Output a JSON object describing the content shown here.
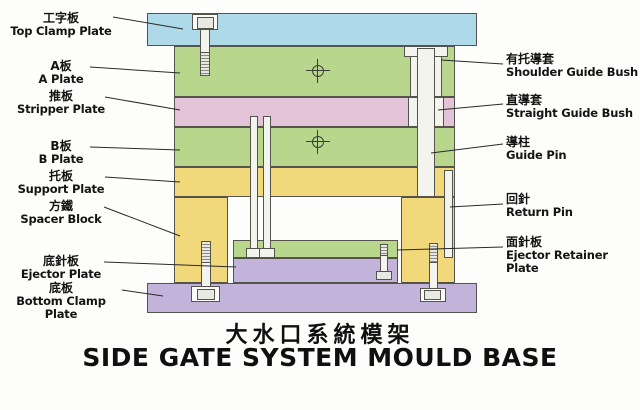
{
  "title": {
    "zh": "大水口系統模架",
    "en": "SIDE GATE SYSTEM MOULD BASE"
  },
  "left_labels": [
    {
      "zh": "工字板",
      "en": "Top Clamp Plate"
    },
    {
      "zh": "A板",
      "en": "A Plate"
    },
    {
      "zh": "推板",
      "en": "Stripper Plate"
    },
    {
      "zh": "B板",
      "en": "B Plate"
    },
    {
      "zh": "托板",
      "en": "Support Plate"
    },
    {
      "zh": "方鐵",
      "en": "Spacer Block"
    },
    {
      "zh": "底針板",
      "en": "Ejector Plate"
    },
    {
      "zh": "底板",
      "en": "Bottom Clamp Plate"
    }
  ],
  "right_labels": [
    {
      "zh": "有托導套",
      "en": "Shoulder Guide Bush"
    },
    {
      "zh": "直導套",
      "en": "Straight Guide Bush"
    },
    {
      "zh": "導柱",
      "en": "Guide Pin"
    },
    {
      "zh": "回針",
      "en": "Return Pin"
    },
    {
      "zh": "面針板",
      "en": "Ejector Retainer Plate"
    }
  ],
  "colors": {
    "cyan": "#aed9e8",
    "green": "#b9d78c",
    "pink": "#e2c3d8",
    "yellow": "#f1d87a",
    "purple": "#c2b3da",
    "pin": "#f4f4ef",
    "outline": "#54544c",
    "text": "#141414"
  }
}
